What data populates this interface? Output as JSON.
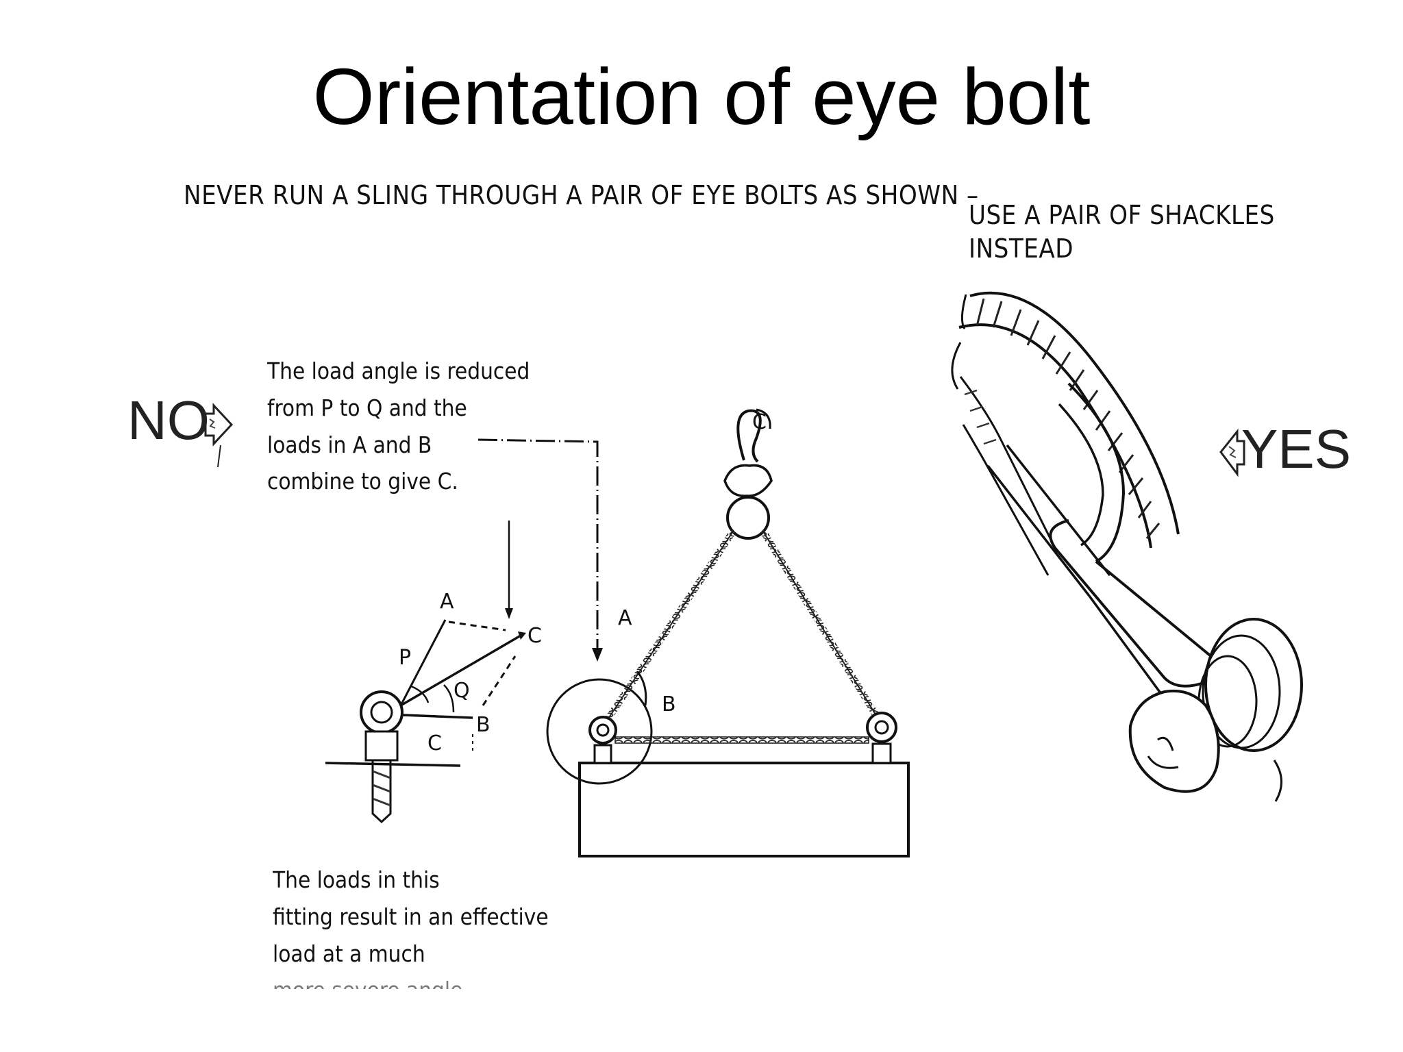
{
  "slide": {
    "title": "Orientation of eye bolt"
  },
  "captions": {
    "top_warning": "NEVER RUN A SLING THROUGH A PAIR OF EYE BOLTS AS SHOWN –",
    "alternative_line1": "USE A PAIR OF SHACKLES",
    "alternative_line2": "INSTEAD"
  },
  "verdicts": {
    "no": "NO",
    "yes": "YES"
  },
  "notes": {
    "upper": [
      "The load angle is reduced",
      "from P to Q and the",
      "loads in A and B",
      "combine to give C."
    ],
    "lower": [
      "The loads in this",
      "fitting result in an effective",
      "load at a much",
      "more severe angle"
    ]
  },
  "diagram_labels": {
    "force_a": "A",
    "force_b": "B",
    "force_c_resultant": "C",
    "force_c_base": "C",
    "angle_p": "P",
    "angle_q": "Q",
    "sling_a": "A",
    "sling_b": "B",
    "hook": "C"
  }
}
